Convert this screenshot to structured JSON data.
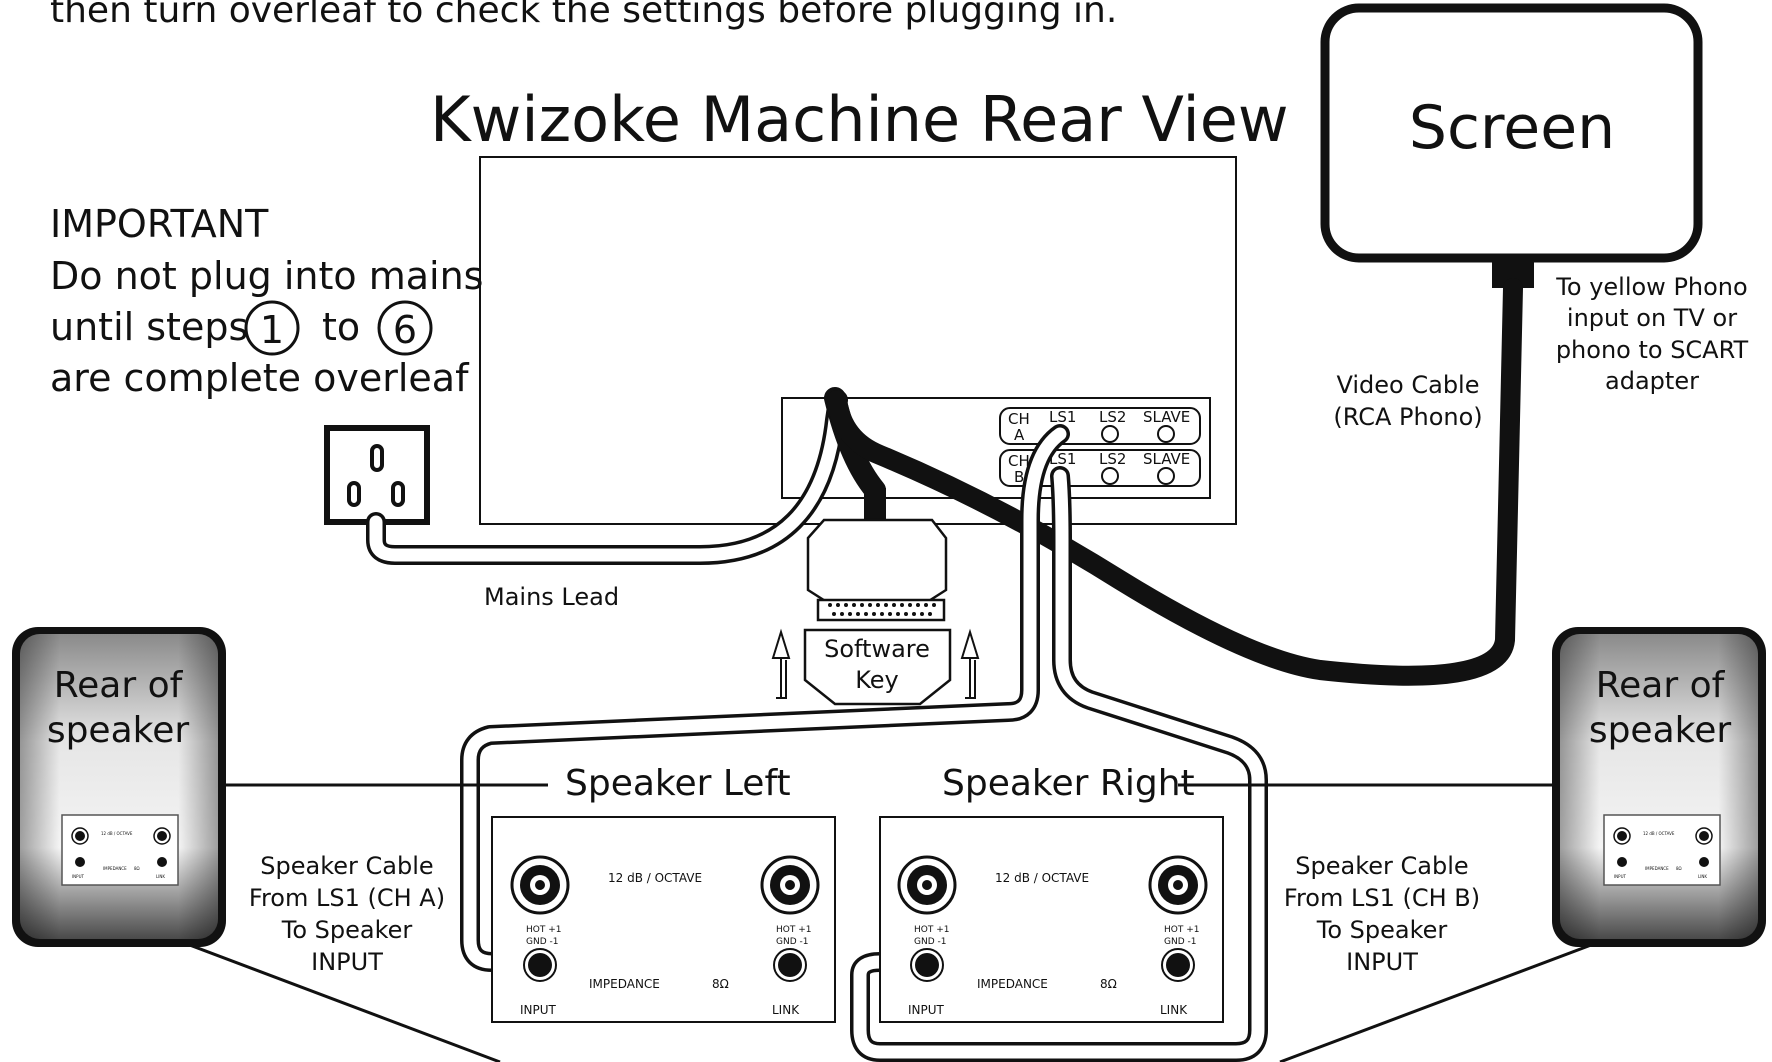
{
  "top_text": "then turn overleaf to check the settings before plugging in.",
  "title": "Kwizoke Machine Rear View",
  "screen_label": "Screen",
  "important": {
    "heading": "IMPORTANT",
    "line1": "Do not plug into mains",
    "line2_pre": "until steps",
    "step_start": "1",
    "line2_mid": "to",
    "step_end": "6",
    "line3": "are complete overleaf"
  },
  "mains_lead_label": "Mains Lead",
  "software_key": {
    "line1": "Software",
    "line2": "Key"
  },
  "video_cable": {
    "line1": "Video Cable",
    "line2": "(RCA Phono)"
  },
  "yellow_phono": {
    "line1": "To yellow Phono",
    "line2": "input on TV or",
    "line3": "phono to SCART",
    "line4": "adapter"
  },
  "channel_panel": {
    "row_a": {
      "ch": "CH",
      "letter": "A",
      "ls1": "LS1",
      "ls2": "LS2",
      "slave": "SLAVE"
    },
    "row_b": {
      "ch": "CH",
      "letter": "B",
      "ls1": "LS1",
      "ls2": "LS2",
      "slave": "SLAVE"
    }
  },
  "speaker_rear": {
    "line1": "Rear of",
    "line2": "speaker"
  },
  "speaker_left_title": "Speaker Left",
  "speaker_right_title": "Speaker Right",
  "speaker_panel": {
    "octave": "12 dB  / OCTAVE",
    "hot": "HOT +1",
    "gnd": "GND -1",
    "impedance": "IMPEDANCE",
    "ohms": "8Ω",
    "input": "INPUT",
    "link": "LINK"
  },
  "cable_left": {
    "line1": "Speaker Cable",
    "line2": "From LS1 (CH A)",
    "line3": "To Speaker",
    "line4": "INPUT"
  },
  "cable_right": {
    "line1": "Speaker Cable",
    "line2": "From LS1 (CH B)",
    "line3": "To Speaker",
    "line4": "INPUT"
  }
}
